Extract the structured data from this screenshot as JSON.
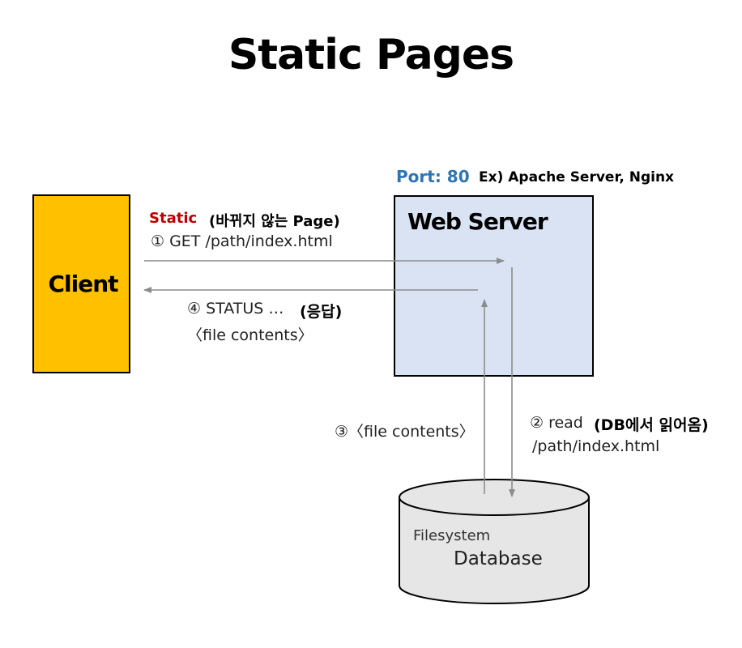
{
  "title": "Static Pages",
  "client": {
    "label": "Client"
  },
  "server": {
    "label": "Web Server",
    "port_label": "Port: 80",
    "examples": "Ex) Apache Server, Nginx"
  },
  "request": {
    "static_word": "Static",
    "static_desc": "(바뀌지 않는 Page)",
    "step1": "① GET /path/index.html"
  },
  "response": {
    "step4": "④ STATUS …",
    "step4_bold": "(응답)",
    "step4_body": "〈file contents〉"
  },
  "db_read": {
    "step2": "② read",
    "step2_bold": "(DB에서 읽어옴)",
    "step2_path": "/path/index.html"
  },
  "db_return": {
    "step3": "③〈file contents〉"
  },
  "database": {
    "type_label": "Filesystem",
    "label": "Database"
  },
  "colors": {
    "client_fill": "#FFC000",
    "server_fill": "#DAE3F3",
    "database_fill": "#E6E6E6",
    "port_text": "#2E75B6",
    "static_text": "#C00000",
    "arrow": "#8C8C8C"
  }
}
